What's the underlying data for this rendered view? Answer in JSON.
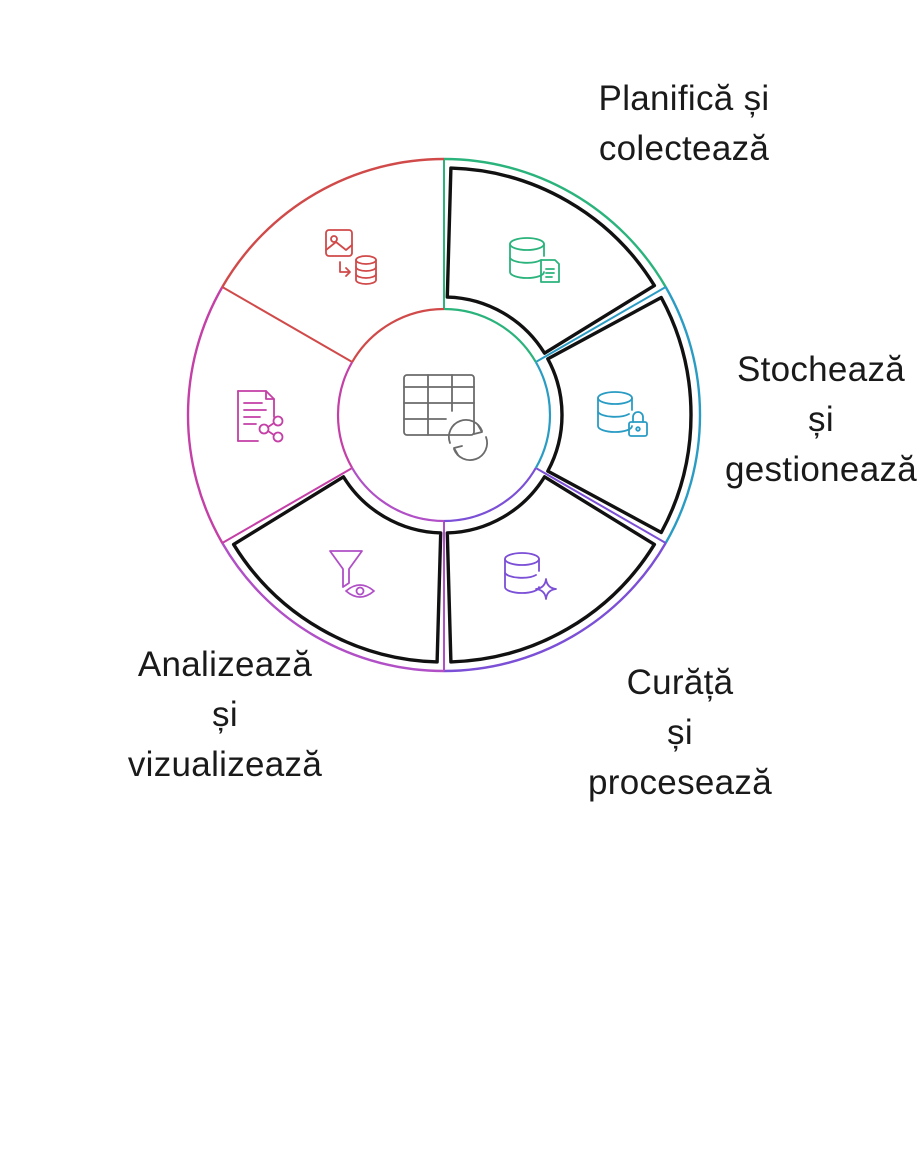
{
  "diagram": {
    "center": {
      "icon": "table-sync-icon",
      "color": "#6b6b6b"
    },
    "stages": [
      {
        "id": "plan",
        "lines": [
          "Planifică și",
          "colectează"
        ],
        "color": "#2bb37c",
        "icon": "database-document-icon",
        "highlighted": true
      },
      {
        "id": "store",
        "lines": [
          "Stochează",
          "și",
          "gestionează"
        ],
        "color": "#2a9cc4",
        "icon": "database-lock-icon",
        "highlighted": true
      },
      {
        "id": "clean",
        "lines": [
          "Curăță",
          "și",
          "procesează"
        ],
        "color": "#7b4fd6",
        "icon": "database-sparkle-icon",
        "highlighted": true
      },
      {
        "id": "analyze",
        "lines": [
          "Analizează",
          "și",
          "vizualizează"
        ],
        "color": "#b04fc6",
        "icon": "filter-eye-icon",
        "highlighted": true
      },
      {
        "id": "share",
        "lines": [],
        "color": "#c43fa6",
        "icon": "document-share-icon",
        "highlighted": false
      },
      {
        "id": "convert",
        "lines": [],
        "color": "#d14a4a",
        "icon": "image-to-database-icon",
        "highlighted": false
      }
    ]
  }
}
